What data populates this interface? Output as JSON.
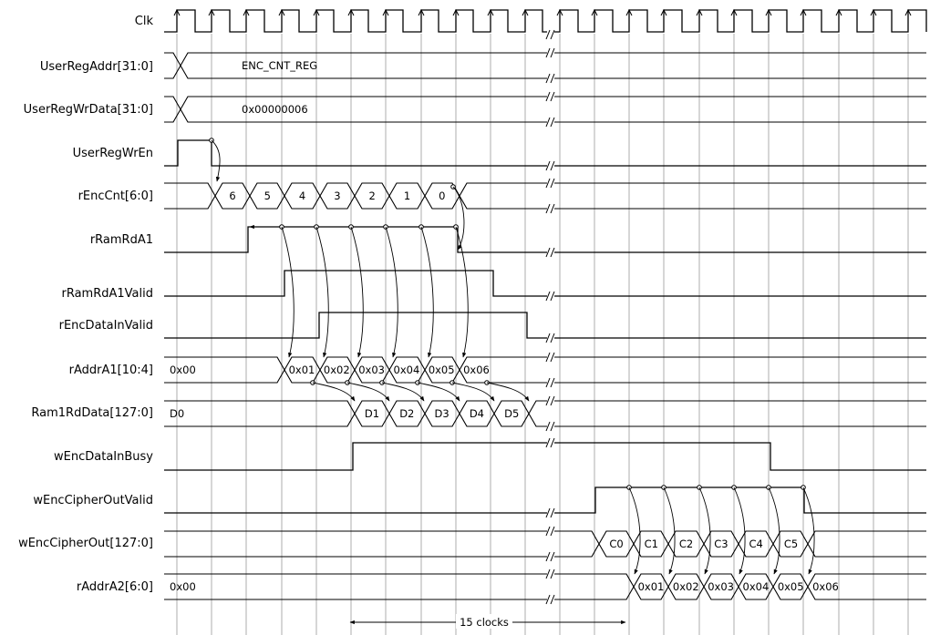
{
  "signals": {
    "clk": "Clk",
    "addr": "UserRegAddr[31:0]",
    "wrdata": "UserRegWrData[31:0]",
    "wren": "UserRegWrEn",
    "enccnt": "rEncCnt[6:0]",
    "ramrda1": "rRamRdA1",
    "ramrda1valid": "rRamRdA1Valid",
    "encdatainvalid": "rEncDataInValid",
    "addra1": "rAddrA1[10:4]",
    "ram1rddata": "Ram1RdData[127:0]",
    "encdatainbusy": "wEncDataInBusy",
    "enccipheroutvalid": "wEncCipherOutValid",
    "enccipherout": "wEncCipherOut[127:0]",
    "addra2": "rAddrA2[6:0]"
  },
  "values": {
    "addr": "ENC_CNT_REG",
    "wrdata": "0x00000006",
    "enccnt": [
      "6",
      "5",
      "4",
      "3",
      "2",
      "1",
      "0"
    ],
    "addra1_init": "0x00",
    "addra1": [
      "0x01",
      "0x02",
      "0x03",
      "0x04",
      "0x05",
      "0x06"
    ],
    "ram1rddata_init": "D0",
    "ram1rddata": [
      "D1",
      "D2",
      "D3",
      "D4",
      "D5"
    ],
    "enccipherout": [
      "C0",
      "C1",
      "C2",
      "C3",
      "C4",
      "C5"
    ],
    "addra2_init": "0x00",
    "addra2": [
      "0x01",
      "0x02",
      "0x03",
      "0x04",
      "0x05",
      "0x06"
    ]
  },
  "annotation": {
    "span_label": "15 clocks"
  }
}
